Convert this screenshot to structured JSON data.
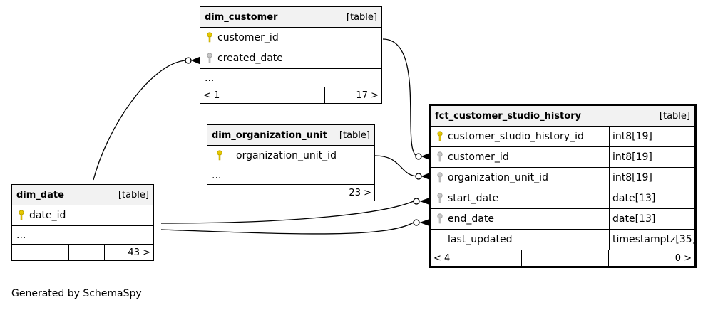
{
  "dim_customer": {
    "name": "dim_customer",
    "kind": "[table]",
    "columns": [
      {
        "name": "customer_id",
        "key": "primary"
      },
      {
        "name": "created_date",
        "key": "foreign"
      }
    ],
    "ellipsis": "...",
    "footer": {
      "left": "< 1",
      "right": "17 >"
    }
  },
  "dim_organization_unit": {
    "name": "dim_organization_unit",
    "kind": "[table]",
    "columns": [
      {
        "name": "organization_unit_id",
        "key": "primary"
      }
    ],
    "ellipsis": "...",
    "footer": {
      "left": "",
      "right": "23 >"
    }
  },
  "dim_date": {
    "name": "dim_date",
    "kind": "[table]",
    "columns": [
      {
        "name": "date_id",
        "key": "primary"
      }
    ],
    "ellipsis": "...",
    "footer": {
      "left": "",
      "right": "43 >"
    }
  },
  "fct": {
    "name": "fct_customer_studio_history",
    "kind": "[table]",
    "columns": [
      {
        "name": "customer_studio_history_id",
        "type": "int8[19]",
        "key": "primary"
      },
      {
        "name": "customer_id",
        "type": "int8[19]",
        "key": "foreign"
      },
      {
        "name": "organization_unit_id",
        "type": "int8[19]",
        "key": "foreign"
      },
      {
        "name": "start_date",
        "type": "date[13]",
        "key": "foreign"
      },
      {
        "name": "end_date",
        "type": "date[13]",
        "key": "foreign"
      },
      {
        "name": "last_updated",
        "type": "timestamptz[35]",
        "key": "none"
      }
    ],
    "footer": {
      "left": "< 4",
      "right": "0 >"
    }
  },
  "footer_text": "Generated by SchemaSpy",
  "colors": {
    "primary_key": "#e6c800",
    "foreign_key": "#b3b3b3",
    "header_bg": "#f2f2f2"
  }
}
